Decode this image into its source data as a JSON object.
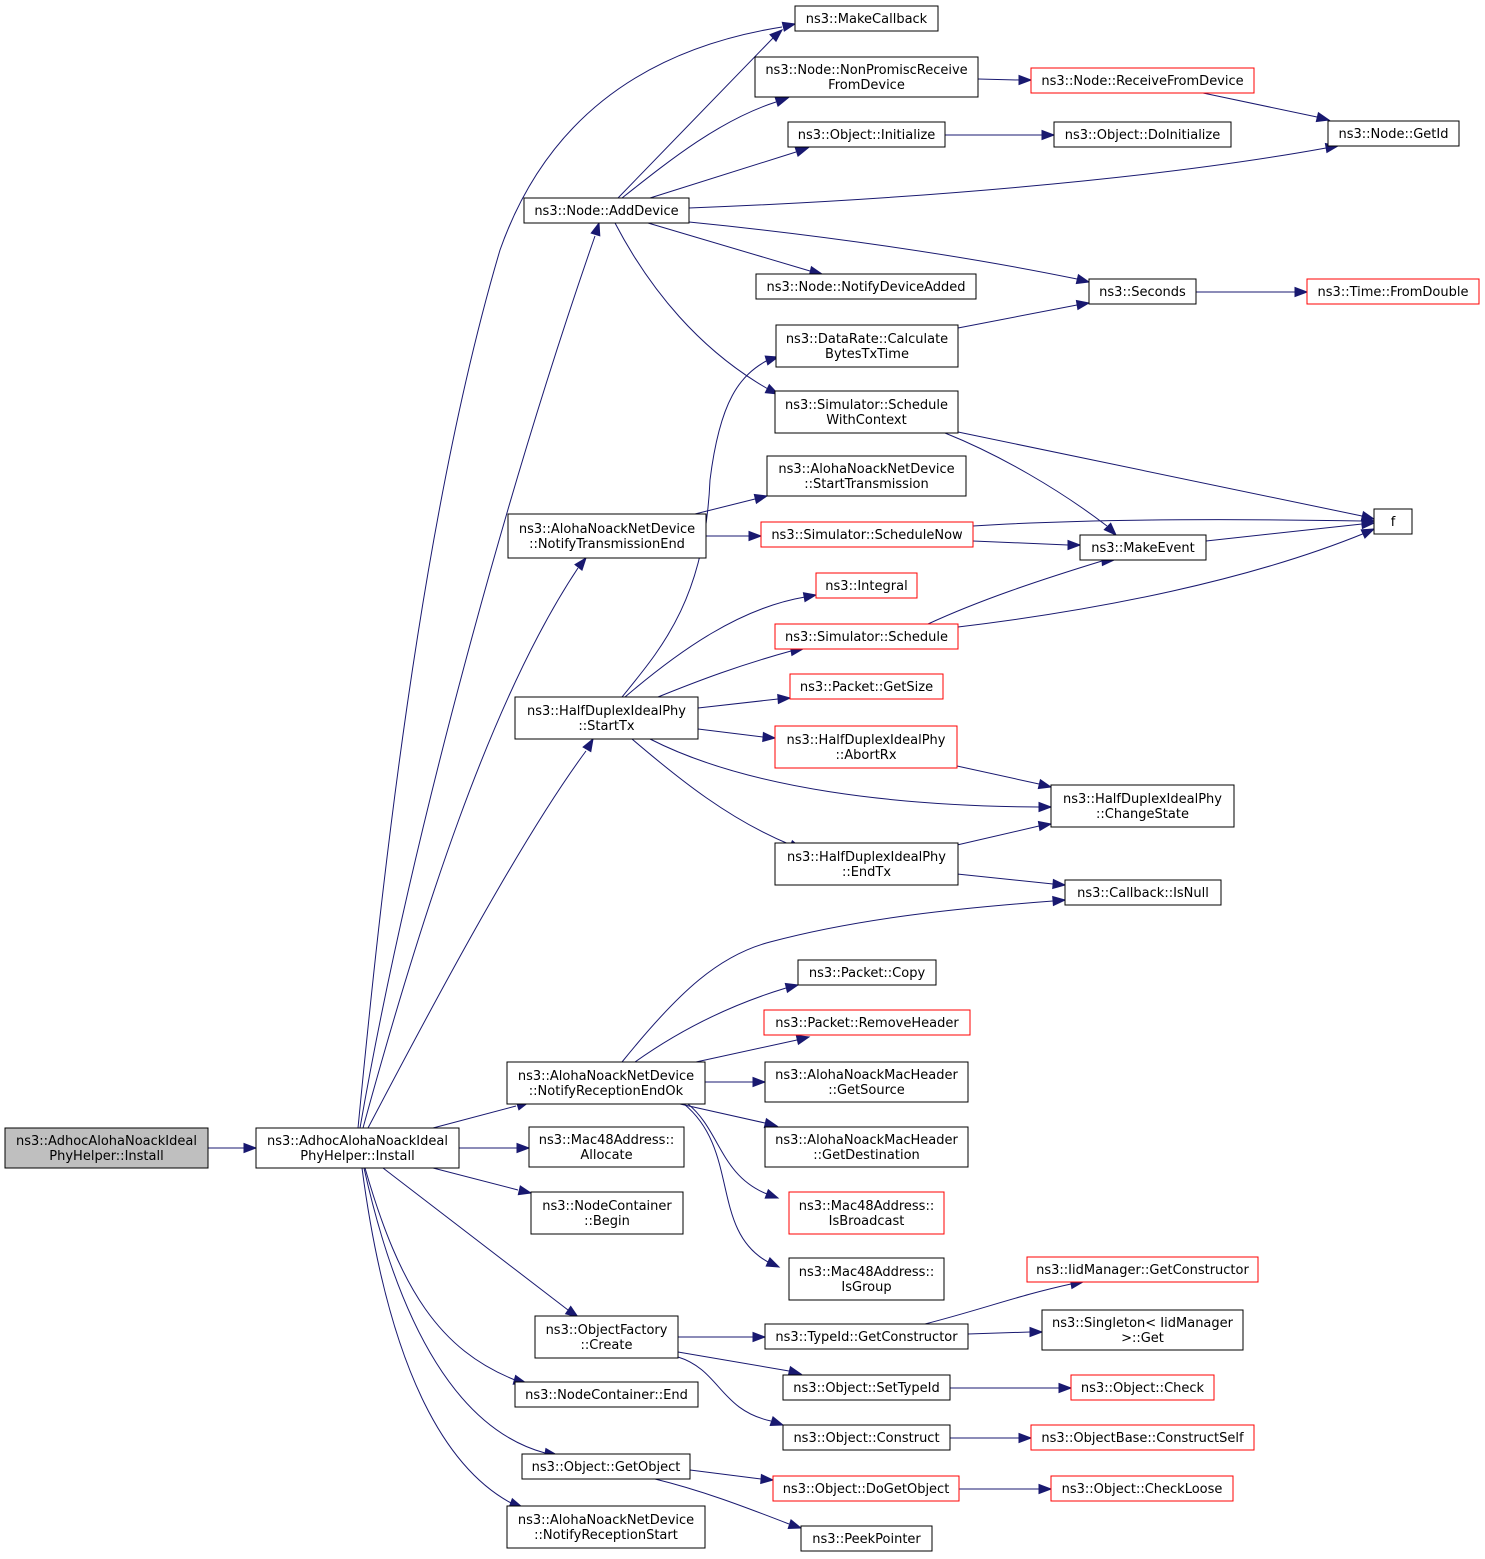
{
  "colors": {
    "edge": "#191970",
    "normal_border": "#000000",
    "truncated_border": "#ff0000",
    "root_fill": "#bfbfbf",
    "node_fill": "#ffffff"
  },
  "nodes": {
    "root": {
      "lines": [
        "ns3::AdhocAlohaNoackIdeal",
        "PhyHelper::Install"
      ],
      "style": "root"
    },
    "install": {
      "lines": [
        "ns3::AdhocAlohaNoackIdeal",
        "PhyHelper::Install"
      ],
      "style": "normal"
    },
    "makeCallback": {
      "lines": [
        "ns3::MakeCallback"
      ],
      "style": "normal"
    },
    "nonPromisc": {
      "lines": [
        "ns3::Node::NonPromiscReceive",
        "FromDevice"
      ],
      "style": "normal"
    },
    "receiveFromDevice": {
      "lines": [
        "ns3::Node::ReceiveFromDevice"
      ],
      "style": "truncated"
    },
    "objInitialize": {
      "lines": [
        "ns3::Object::Initialize"
      ],
      "style": "normal"
    },
    "objDoInitialize": {
      "lines": [
        "ns3::Object::DoInitialize"
      ],
      "style": "normal"
    },
    "nodeGetId": {
      "lines": [
        "ns3::Node::GetId"
      ],
      "style": "normal"
    },
    "addDevice": {
      "lines": [
        "ns3::Node::AddDevice"
      ],
      "style": "normal"
    },
    "notifyDeviceAdded": {
      "lines": [
        "ns3::Node::NotifyDeviceAdded"
      ],
      "style": "normal"
    },
    "seconds": {
      "lines": [
        "ns3::Seconds"
      ],
      "style": "normal"
    },
    "fromDouble": {
      "lines": [
        "ns3::Time::FromDouble"
      ],
      "style": "truncated"
    },
    "calcBytes": {
      "lines": [
        "ns3::DataRate::Calculate",
        "BytesTxTime"
      ],
      "style": "normal"
    },
    "scheduleWithContext": {
      "lines": [
        "ns3::Simulator::Schedule",
        "WithContext"
      ],
      "style": "normal"
    },
    "startTransmission": {
      "lines": [
        "ns3::AlohaNoackNetDevice",
        "::StartTransmission"
      ],
      "style": "normal"
    },
    "notifyTxEnd": {
      "lines": [
        "ns3::AlohaNoackNetDevice",
        "::NotifyTransmissionEnd"
      ],
      "style": "normal"
    },
    "scheduleNow": {
      "lines": [
        "ns3::Simulator::ScheduleNow"
      ],
      "style": "truncated"
    },
    "f": {
      "lines": [
        "f"
      ],
      "style": "normal"
    },
    "makeEvent": {
      "lines": [
        "ns3::MakeEvent"
      ],
      "style": "normal"
    },
    "integral": {
      "lines": [
        "ns3::Integral"
      ],
      "style": "truncated"
    },
    "schedule": {
      "lines": [
        "ns3::Simulator::Schedule"
      ],
      "style": "truncated"
    },
    "startTx": {
      "lines": [
        "ns3::HalfDuplexIdealPhy",
        "::StartTx"
      ],
      "style": "normal"
    },
    "packetGetSize": {
      "lines": [
        "ns3::Packet::GetSize"
      ],
      "style": "truncated"
    },
    "abortRx": {
      "lines": [
        "ns3::HalfDuplexIdealPhy",
        "::AbortRx"
      ],
      "style": "truncated"
    },
    "changeState": {
      "lines": [
        "ns3::HalfDuplexIdealPhy",
        "::ChangeState"
      ],
      "style": "normal"
    },
    "endTx": {
      "lines": [
        "ns3::HalfDuplexIdealPhy",
        "::EndTx"
      ],
      "style": "normal"
    },
    "isNull": {
      "lines": [
        "ns3::Callback::IsNull"
      ],
      "style": "normal"
    },
    "packetCopy": {
      "lines": [
        "ns3::Packet::Copy"
      ],
      "style": "normal"
    },
    "removeHeader": {
      "lines": [
        "ns3::Packet::RemoveHeader"
      ],
      "style": "truncated"
    },
    "notifyRxEndOk": {
      "lines": [
        "ns3::AlohaNoackNetDevice",
        "::NotifyReceptionEndOk"
      ],
      "style": "normal"
    },
    "getSource": {
      "lines": [
        "ns3::AlohaNoackMacHeader",
        "::GetSource"
      ],
      "style": "normal"
    },
    "getDestination": {
      "lines": [
        "ns3::AlohaNoackMacHeader",
        "::GetDestination"
      ],
      "style": "normal"
    },
    "macAllocate": {
      "lines": [
        "ns3::Mac48Address::",
        "Allocate"
      ],
      "style": "normal"
    },
    "isBroadcast": {
      "lines": [
        "ns3::Mac48Address::",
        "IsBroadcast"
      ],
      "style": "truncated"
    },
    "ncBegin": {
      "lines": [
        "ns3::NodeContainer",
        "::Begin"
      ],
      "style": "normal"
    },
    "isGroup": {
      "lines": [
        "ns3::Mac48Address::",
        "IsGroup"
      ],
      "style": "normal"
    },
    "iidGetConstructor": {
      "lines": [
        "ns3::IidManager::GetConstructor"
      ],
      "style": "truncated"
    },
    "singletonGet": {
      "lines": [
        "ns3::Singleton< IidManager",
        " >::Get"
      ],
      "style": "normal"
    },
    "ofCreate": {
      "lines": [
        "ns3::ObjectFactory",
        "::Create"
      ],
      "style": "normal"
    },
    "typeIdGetConstructor": {
      "lines": [
        "ns3::TypeId::GetConstructor"
      ],
      "style": "normal"
    },
    "setTypeId": {
      "lines": [
        "ns3::Object::SetTypeId"
      ],
      "style": "normal"
    },
    "objCheck": {
      "lines": [
        "ns3::Object::Check"
      ],
      "style": "truncated"
    },
    "ncEnd": {
      "lines": [
        "ns3::NodeContainer::End"
      ],
      "style": "normal"
    },
    "objConstruct": {
      "lines": [
        "ns3::Object::Construct"
      ],
      "style": "normal"
    },
    "constructSelf": {
      "lines": [
        "ns3::ObjectBase::ConstructSelf"
      ],
      "style": "truncated"
    },
    "getObject": {
      "lines": [
        "ns3::Object::GetObject"
      ],
      "style": "normal"
    },
    "doGetObject": {
      "lines": [
        "ns3::Object::DoGetObject"
      ],
      "style": "truncated"
    },
    "checkLoose": {
      "lines": [
        "ns3::Object::CheckLoose"
      ],
      "style": "truncated"
    },
    "notifyRxStart": {
      "lines": [
        "ns3::AlohaNoackNetDevice",
        "::NotifyReceptionStart"
      ],
      "style": "normal"
    },
    "peekPointer": {
      "lines": [
        "ns3::PeekPointer"
      ],
      "style": "normal"
    }
  },
  "edges": [
    [
      "root",
      "install"
    ],
    [
      "install",
      "makeCallback"
    ],
    [
      "install",
      "addDevice"
    ],
    [
      "install",
      "notifyTxEnd"
    ],
    [
      "install",
      "startTx"
    ],
    [
      "install",
      "notifyRxEndOk"
    ],
    [
      "install",
      "macAllocate"
    ],
    [
      "install",
      "ncBegin"
    ],
    [
      "install",
      "ofCreate"
    ],
    [
      "install",
      "ncEnd"
    ],
    [
      "install",
      "getObject"
    ],
    [
      "install",
      "notifyRxStart"
    ],
    [
      "addDevice",
      "makeCallback"
    ],
    [
      "addDevice",
      "nonPromisc"
    ],
    [
      "addDevice",
      "objInitialize"
    ],
    [
      "addDevice",
      "nodeGetId"
    ],
    [
      "addDevice",
      "notifyDeviceAdded"
    ],
    [
      "addDevice",
      "seconds"
    ],
    [
      "addDevice",
      "scheduleWithContext"
    ],
    [
      "nonPromisc",
      "receiveFromDevice"
    ],
    [
      "receiveFromDevice",
      "nodeGetId"
    ],
    [
      "objInitialize",
      "objDoInitialize"
    ],
    [
      "seconds",
      "fromDouble"
    ],
    [
      "calcBytes",
      "seconds"
    ],
    [
      "scheduleWithContext",
      "f"
    ],
    [
      "scheduleWithContext",
      "makeEvent"
    ],
    [
      "notifyTxEnd",
      "startTransmission"
    ],
    [
      "notifyTxEnd",
      "scheduleNow"
    ],
    [
      "scheduleNow",
      "f"
    ],
    [
      "scheduleNow",
      "makeEvent"
    ],
    [
      "makeEvent",
      "f"
    ],
    [
      "schedule",
      "makeEvent"
    ],
    [
      "schedule",
      "f"
    ],
    [
      "startTx",
      "calcBytes"
    ],
    [
      "startTx",
      "integral"
    ],
    [
      "startTx",
      "schedule"
    ],
    [
      "startTx",
      "packetGetSize"
    ],
    [
      "startTx",
      "abortRx"
    ],
    [
      "startTx",
      "changeState"
    ],
    [
      "startTx",
      "endTx"
    ],
    [
      "abortRx",
      "changeState"
    ],
    [
      "endTx",
      "changeState"
    ],
    [
      "endTx",
      "isNull"
    ],
    [
      "notifyRxEndOk",
      "isNull"
    ],
    [
      "notifyRxEndOk",
      "packetCopy"
    ],
    [
      "notifyRxEndOk",
      "removeHeader"
    ],
    [
      "notifyRxEndOk",
      "getSource"
    ],
    [
      "notifyRxEndOk",
      "getDestination"
    ],
    [
      "notifyRxEndOk",
      "isBroadcast"
    ],
    [
      "notifyRxEndOk",
      "isGroup"
    ],
    [
      "ofCreate",
      "typeIdGetConstructor"
    ],
    [
      "ofCreate",
      "setTypeId"
    ],
    [
      "ofCreate",
      "objConstruct"
    ],
    [
      "typeIdGetConstructor",
      "iidGetConstructor"
    ],
    [
      "typeIdGetConstructor",
      "singletonGet"
    ],
    [
      "setTypeId",
      "objCheck"
    ],
    [
      "objConstruct",
      "constructSelf"
    ],
    [
      "getObject",
      "doGetObject"
    ],
    [
      "getObject",
      "peekPointer"
    ],
    [
      "doGetObject",
      "checkLoose"
    ]
  ]
}
